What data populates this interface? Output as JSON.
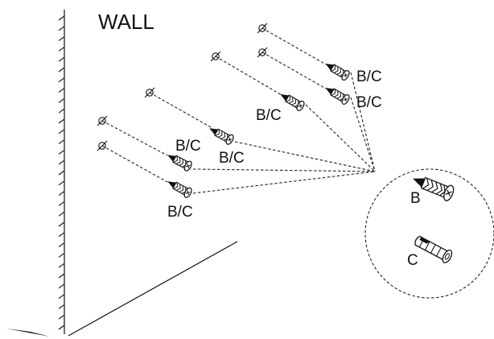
{
  "wall_label": "WALL",
  "anchor_label": "B/C",
  "legend": {
    "b_label": "B",
    "c_label": "C"
  },
  "icons": {
    "drill_mark": "drill-hole-icon",
    "anchor": "wall-anchor-icon",
    "anchor_b": "self-drilling-anchor-icon",
    "anchor_c": "plastic-plug-anchor-icon"
  }
}
